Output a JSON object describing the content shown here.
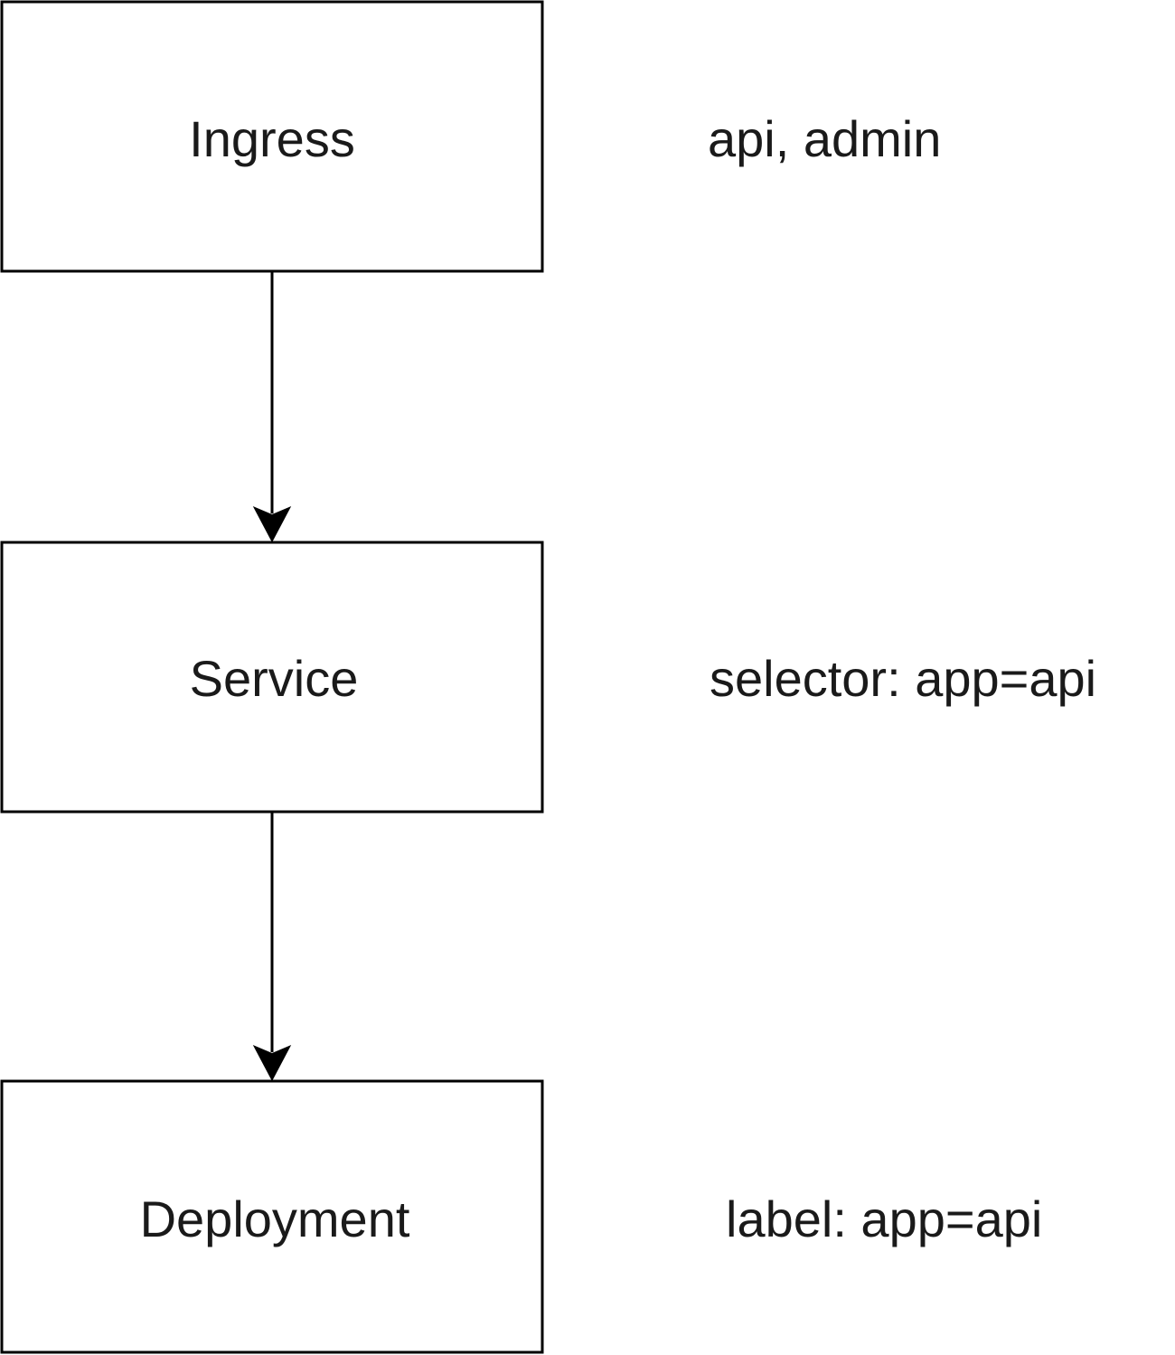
{
  "diagram": {
    "nodes": [
      {
        "id": "ingress",
        "label": "Ingress",
        "note": "api, admin"
      },
      {
        "id": "service",
        "label": "Service",
        "note": "selector: app=api"
      },
      {
        "id": "deployment",
        "label": "Deployment",
        "note": "label: app=api"
      }
    ],
    "edges": [
      {
        "from": "ingress",
        "to": "service"
      },
      {
        "from": "service",
        "to": "deployment"
      }
    ]
  }
}
